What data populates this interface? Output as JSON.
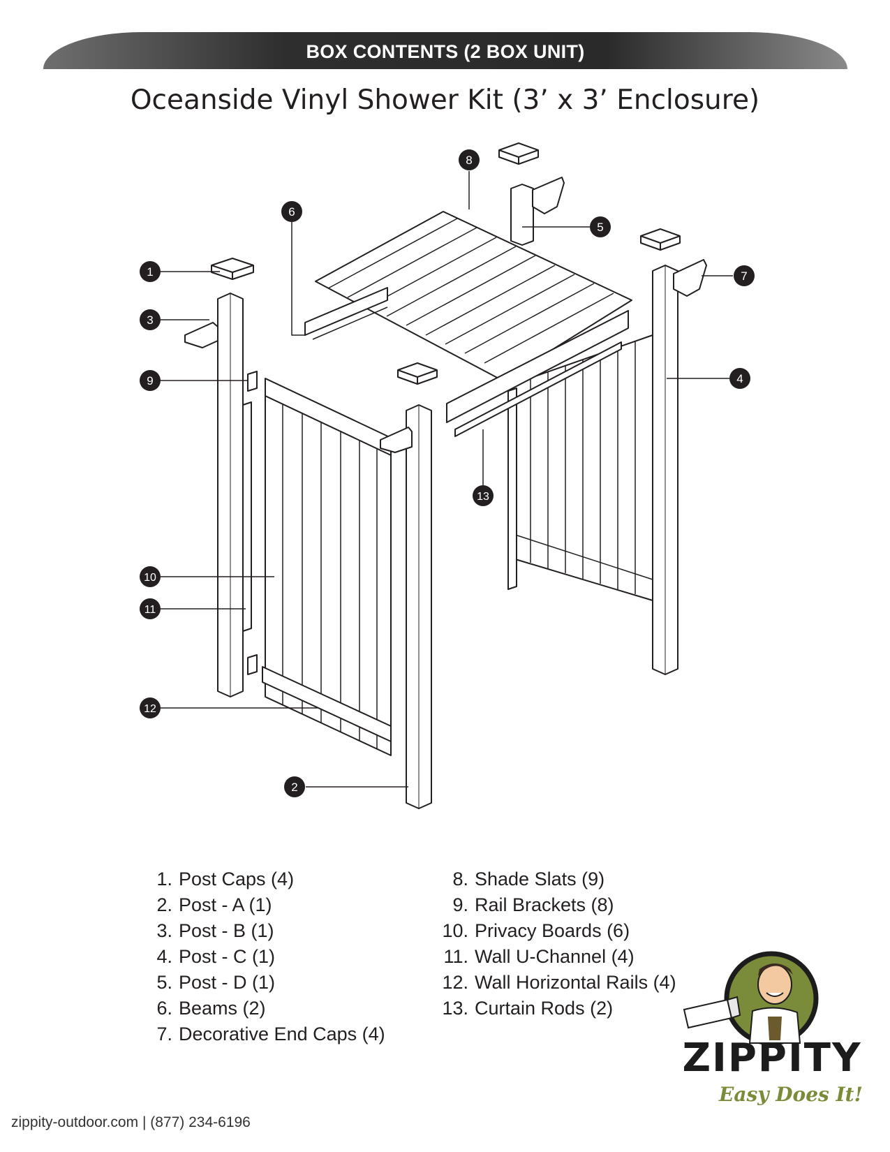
{
  "banner": {
    "text": "BOX CONTENTS (2 BOX UNIT)"
  },
  "title": "Oceanside Vinyl Shower Kit (3’ x 3’ Enclosure)",
  "callouts": [
    "1",
    "2",
    "3",
    "4",
    "5",
    "6",
    "7",
    "8",
    "9",
    "10",
    "11",
    "12",
    "13"
  ],
  "parts_list": {
    "column1": [
      {
        "num": "1.",
        "label": "Post Caps (4)"
      },
      {
        "num": "2.",
        "label": "Post  - A (1)"
      },
      {
        "num": "3.",
        "label": "Post  - B (1)"
      },
      {
        "num": "4.",
        "label": "Post  - C (1)"
      },
      {
        "num": "5.",
        "label": "Post  - D (1)"
      },
      {
        "num": "6.",
        "label": "Beams (2)"
      },
      {
        "num": "7.",
        "label": "Decorative End Caps (4)"
      }
    ],
    "column2": [
      {
        "num": "8.",
        "label": "Shade Slats (9)"
      },
      {
        "num": "9.",
        "label": "Rail Brackets (8)"
      },
      {
        "num": "10.",
        "label": "Privacy Boards (6)"
      },
      {
        "num": "11.",
        "label": "Wall U-Channel (4)"
      },
      {
        "num": "12.",
        "label": "Wall Horizontal Rails (4)"
      },
      {
        "num": "13.",
        "label": "Curtain Rods (2)"
      }
    ]
  },
  "footer": {
    "website": "zippity-outdoor.com",
    "separator": "|",
    "phone": "(877) 234-6196"
  },
  "logo": {
    "wordmark": "ZIPPITY",
    "tagline": "Easy Does It!"
  },
  "colors": {
    "banner_dark": "#2a2a2a",
    "logo_green": "#7a8c3a",
    "ink": "#231f20"
  }
}
